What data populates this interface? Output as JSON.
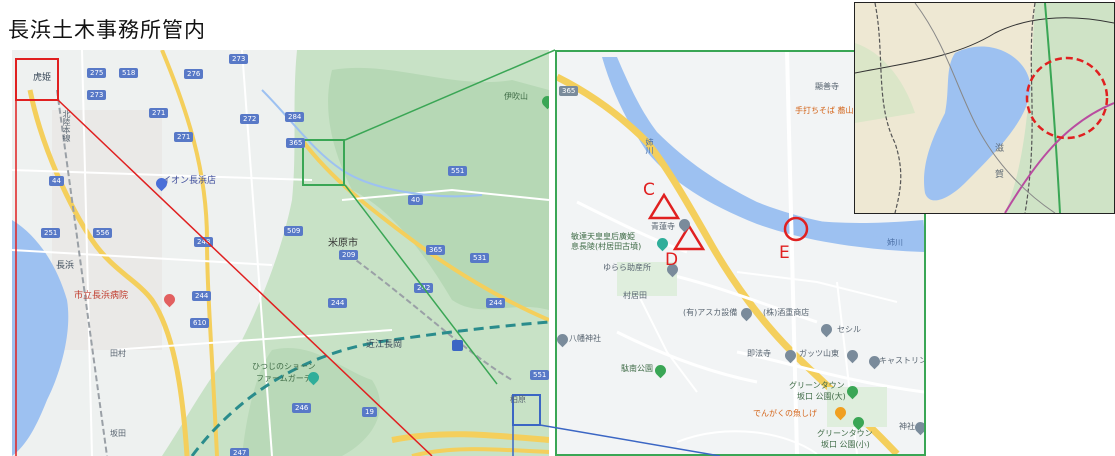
{
  "title": "長浜土木事務所管内",
  "main_map": {
    "places": {
      "torahime": "虎姫",
      "nagahama_station": "長浜",
      "maibara_city": "米原市",
      "omi_nagaoka": "近江長岡",
      "tamura": "田村",
      "sakata": "坂田",
      "kashiwabara": "柏原",
      "ibukiyama": "伊吹山",
      "nagahama_hospital": "市立長浜病院",
      "aeon": "イオン長浜店",
      "farm_garden_l1": "ひつじのショーン",
      "farm_garden_l2": "ファームガーデン",
      "rail_line": "北陸本線"
    },
    "routes": [
      "275",
      "518",
      "276",
      "273",
      "273",
      "271",
      "284",
      "272",
      "271",
      "365",
      "44",
      "251",
      "556",
      "248",
      "509",
      "40",
      "551",
      "531",
      "365",
      "209",
      "242",
      "244",
      "244",
      "244",
      "610",
      "246",
      "19",
      "551",
      "247"
    ]
  },
  "zoom_map": {
    "places": {
      "kenzenji": "顯善寺",
      "soba": "手打ちそば 蕎山",
      "river": "姉川",
      "river2": "姉川",
      "seirenji": "青蓮寺",
      "kofun_l1": "息長陵(村居田古墳)",
      "kofun_l2": "敏達天皇皇后廣姫",
      "yurara": "ゆらら助産所",
      "muraida": "村居田",
      "asuka": "(有)アスカ設備",
      "sakashige": "(株)酒重商店",
      "seiru": "セシル",
      "hachiman": "八幡神社",
      "jokoji": "即法寺",
      "gatsuyama": "ガッツ山東",
      "castling": "キャストリン",
      "chunan_park": "駄南公園",
      "green_town_l1": "グリーンタウン",
      "green_town_l2": "坂口 公園(大)",
      "dengaku": "でんがくの魚しげ",
      "green_town_small_l1": "グリーンタウン",
      "green_town_small_l2": "坂口 公園(小)",
      "jinja": "神社",
      "route_365": "365"
    },
    "markers": [
      {
        "letter": "C",
        "shape": "triangle"
      },
      {
        "letter": "D",
        "shape": "triangle"
      },
      {
        "letter": "E",
        "shape": "circle"
      }
    ]
  },
  "inset_map": {
    "labels": {
      "shiga": "滋",
      "ka": "賀"
    }
  },
  "colors": {
    "highlight_red": "#e02020",
    "zoom_green": "#3aa655",
    "zoom_blue": "#3b66c4",
    "water": "#9dc1f1",
    "forest": "#bfdcbf"
  }
}
